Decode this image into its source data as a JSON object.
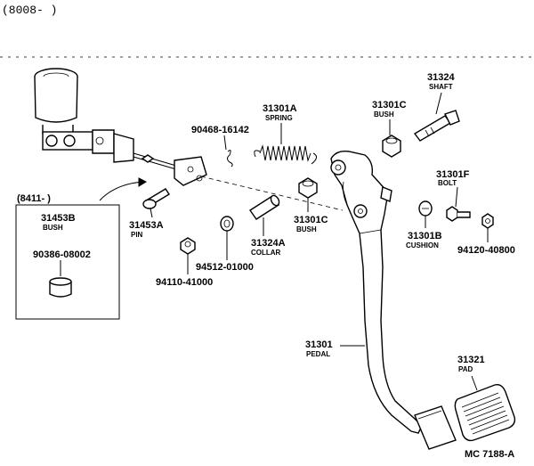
{
  "header": {
    "prod_range": "(8008-      )",
    "inset_range": "(8411-      )"
  },
  "footer": {
    "drawing_id": "MC 7188-A"
  },
  "parts": [
    {
      "key": "shaft",
      "number": "31324",
      "name": "SHAFT"
    },
    {
      "key": "spring",
      "number": "31301A",
      "name": "SPRING"
    },
    {
      "key": "bush_top",
      "number": "31301C",
      "name": "BUSH"
    },
    {
      "key": "clip",
      "number": "90468-16142",
      "name": ""
    },
    {
      "key": "bolt",
      "number": "31301F",
      "name": "BOLT"
    },
    {
      "key": "bush_inset",
      "number": "31453B",
      "name": "BUSH"
    },
    {
      "key": "pin",
      "number": "31453A",
      "name": "PIN"
    },
    {
      "key": "bush_mid",
      "number": "31301C",
      "name": "BUSH"
    },
    {
      "key": "cushion",
      "number": "31301B",
      "name": "CUSHION"
    },
    {
      "key": "nut_right",
      "number": "94120-40800",
      "name": ""
    },
    {
      "key": "inset_part",
      "number": "90386-08002",
      "name": ""
    },
    {
      "key": "collar",
      "number": "31324A",
      "name": "COLLAR"
    },
    {
      "key": "washer",
      "number": "94512-01000",
      "name": ""
    },
    {
      "key": "nut_left",
      "number": "94110-41000",
      "name": ""
    },
    {
      "key": "pedal",
      "number": "31301",
      "name": "PEDAL"
    },
    {
      "key": "pad",
      "number": "31321",
      "name": "PAD"
    }
  ]
}
